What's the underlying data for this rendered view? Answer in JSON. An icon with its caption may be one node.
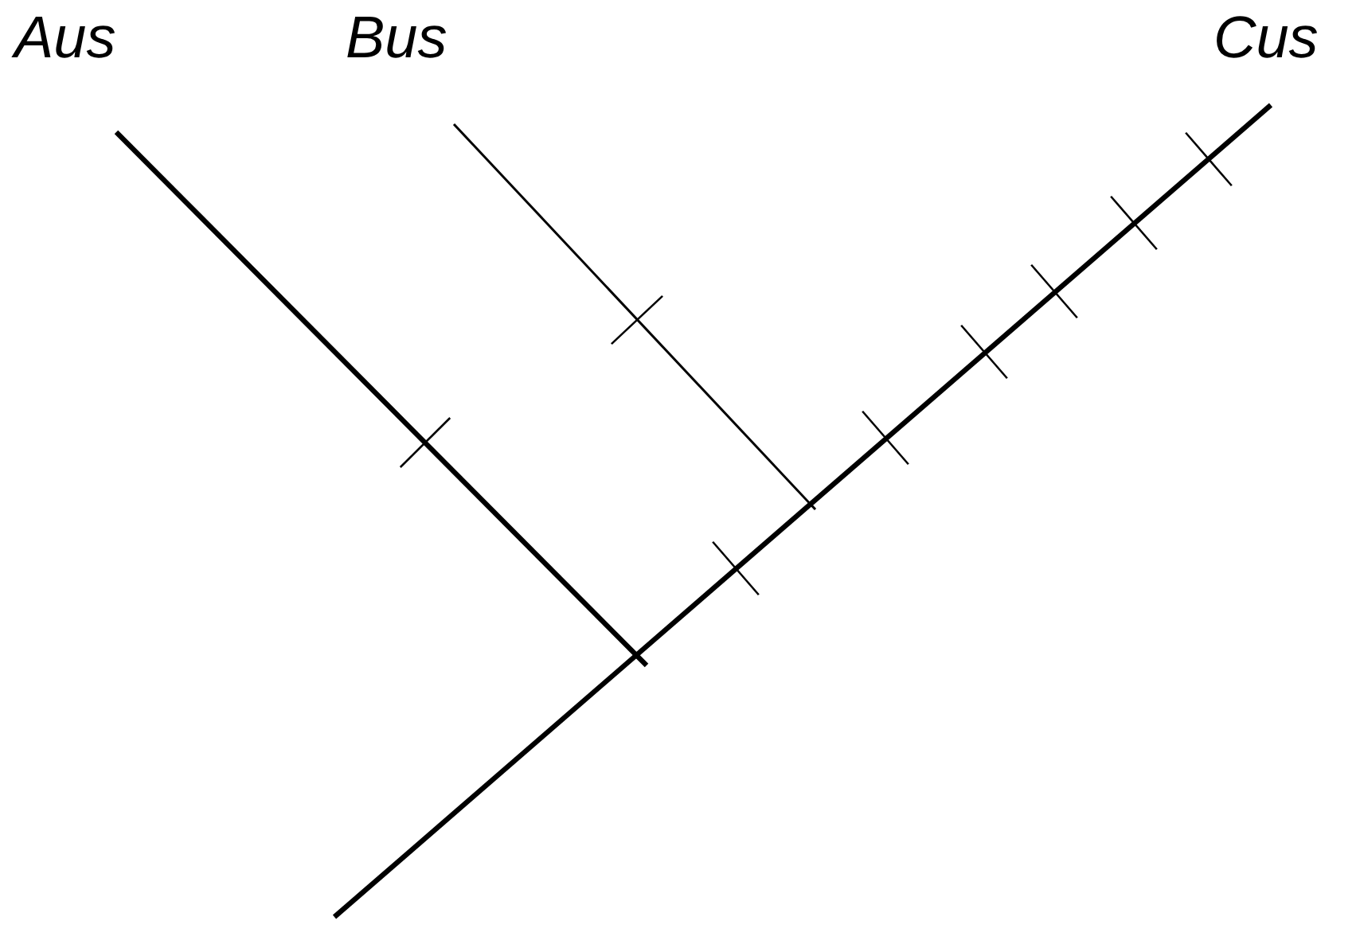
{
  "diagram": {
    "labels": [
      "Aus",
      "Bus",
      "Cus"
    ]
  }
}
